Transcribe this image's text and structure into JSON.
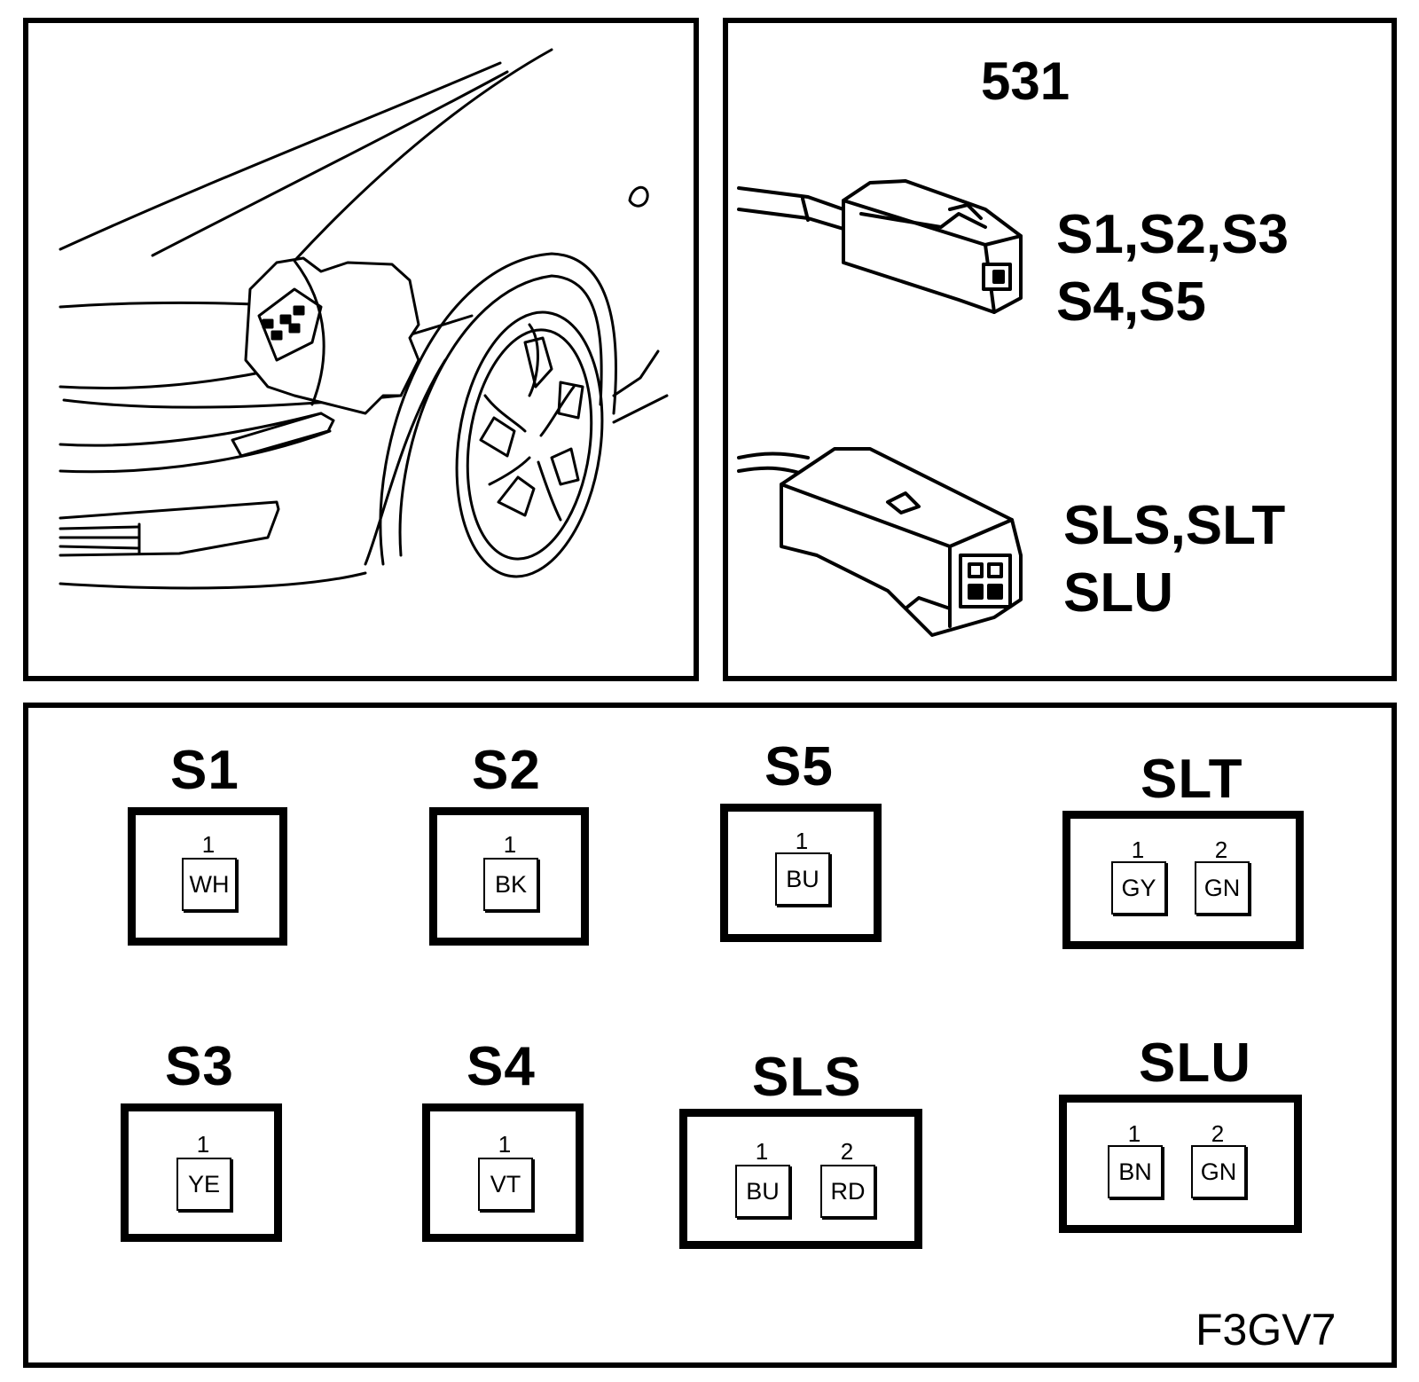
{
  "connector_number": "531",
  "connector_group_a": {
    "line1": "S1,S2,S3",
    "line2": "S4,S5"
  },
  "connector_group_b": {
    "line1": "SLS,SLT",
    "line2": "SLU"
  },
  "connectors": [
    {
      "name": "S1",
      "pins": [
        {
          "num": "1",
          "color": "WH"
        }
      ]
    },
    {
      "name": "S2",
      "pins": [
        {
          "num": "1",
          "color": "BK"
        }
      ]
    },
    {
      "name": "S5",
      "pins": [
        {
          "num": "1",
          "color": "BU"
        }
      ]
    },
    {
      "name": "SLT",
      "pins": [
        {
          "num": "1",
          "color": "GY"
        },
        {
          "num": "2",
          "color": "GN"
        }
      ]
    },
    {
      "name": "S3",
      "pins": [
        {
          "num": "1",
          "color": "YE"
        }
      ]
    },
    {
      "name": "S4",
      "pins": [
        {
          "num": "1",
          "color": "VT"
        }
      ]
    },
    {
      "name": "SLS",
      "pins": [
        {
          "num": "1",
          "color": "BU"
        },
        {
          "num": "2",
          "color": "RD"
        }
      ]
    },
    {
      "name": "SLU",
      "pins": [
        {
          "num": "1",
          "color": "BN"
        },
        {
          "num": "2",
          "color": "GN"
        }
      ]
    }
  ],
  "figure_code": "F3GV7"
}
